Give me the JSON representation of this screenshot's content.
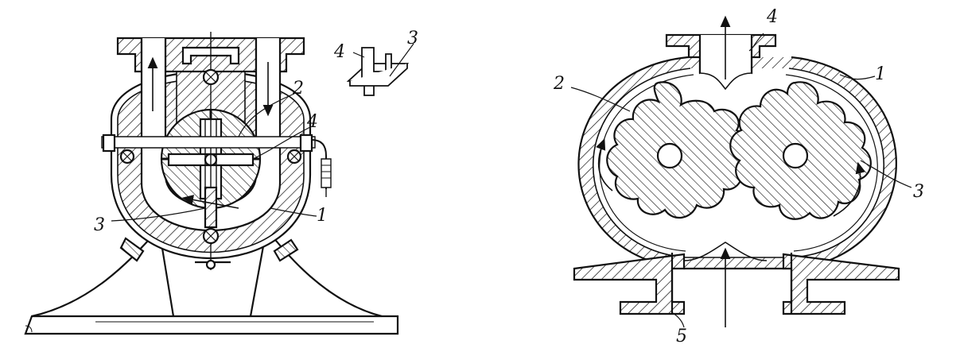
{
  "colors": {
    "ink": "#111111",
    "paper": "#ffffff"
  },
  "left_pump": {
    "labels": {
      "l1": "1",
      "l2": "2",
      "l3": "3",
      "l4": "4",
      "inset3": "3",
      "inset4": "4"
    }
  },
  "right_pump": {
    "labels": {
      "l1": "1",
      "l2": "2",
      "l3": "3",
      "l4": "4",
      "l5": "5"
    }
  }
}
